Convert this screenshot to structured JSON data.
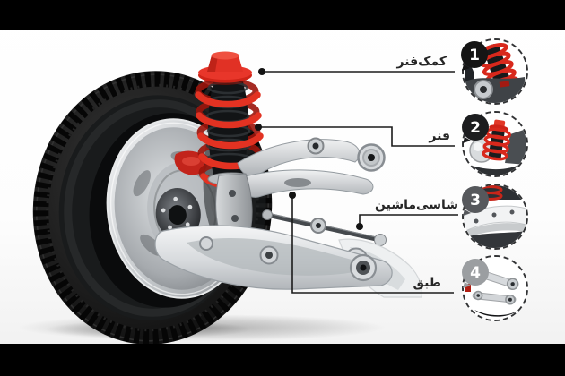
{
  "labels": [
    {
      "text": "کمک‌فنر"
    },
    {
      "text": "فنر"
    },
    {
      "text": "شاسی‌ماشین"
    },
    {
      "text": "طبق"
    }
  ],
  "callouts": [
    {
      "number": "1",
      "badge_color": "#151515"
    },
    {
      "number": "2",
      "badge_color": "#1c1d1f"
    },
    {
      "number": "3",
      "badge_color": "#56585c"
    },
    {
      "number": "4",
      "badge_color": "#9b9ea1"
    }
  ],
  "colors": {
    "background": "#ffffff",
    "letterbox": "#000000",
    "spring_red": "#e23222",
    "spring_red_dark": "#9c150c",
    "label_text": "#262626",
    "leader_line": "#1b1b1b",
    "callout_border": "#323335",
    "metal_light": "#eef0f1",
    "metal_dark": "#8e9296",
    "tire_black": "#111111"
  }
}
